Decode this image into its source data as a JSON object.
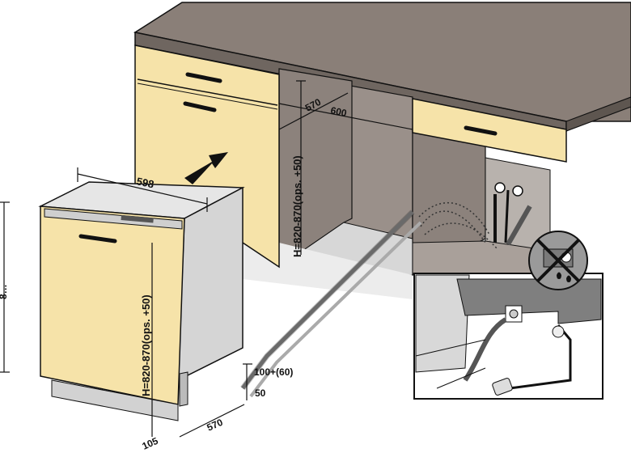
{
  "dimensions": {
    "niche_height": "H=820-870(ops. +50)",
    "niche_depth": "570",
    "niche_width": "600",
    "appliance_width": "598",
    "appliance_height": "H=820-870(ops. +50)",
    "plinth_height": "100+(60)",
    "plinth_gap": "50",
    "appliance_depth": "570",
    "door_offset": "105",
    "left_height_partial": "8…"
  },
  "colors": {
    "countertop": "#8a7f78",
    "wood": "#f6e3a9",
    "appliance_body": "#e6e6e6",
    "outline": "#111111"
  },
  "icons": {
    "insert_arrow": "arrow-icon",
    "no_water_leak": "prohibition-icon"
  }
}
